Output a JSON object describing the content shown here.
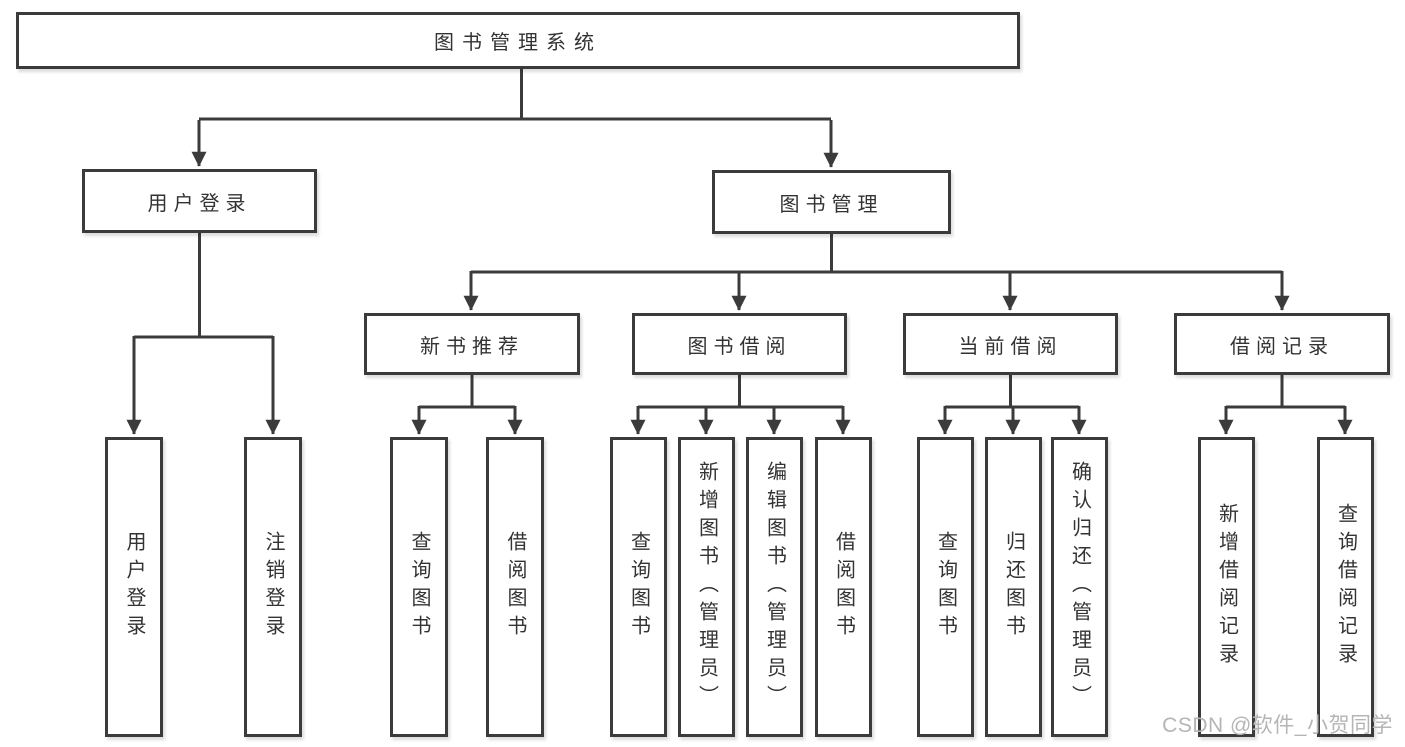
{
  "nodes": {
    "root": "图书管理系统",
    "login": "用户登录",
    "mgmt": "图书管理",
    "login_children": [
      "用户登录",
      "注销登录"
    ],
    "mgmt_children": [
      "新书推荐",
      "图书借阅",
      "当前借阅",
      "借阅记录"
    ],
    "recommend_children": [
      "查询图书",
      "借阅图书"
    ],
    "borrow_children": [
      "查询图书",
      "新增图书（管理员）",
      "编辑图书（管理员）",
      "借阅图书"
    ],
    "current_children": [
      "查询图书",
      "归还图书",
      "确认归还（管理员）"
    ],
    "records_children": [
      "新增借阅记录",
      "查询借阅记录"
    ]
  },
  "watermark": "CSDN @软件_小贺同学",
  "colors": {
    "line": "#3b3b3b",
    "text": "#333333",
    "watermark": "#b5b5b5",
    "background": "#ffffff"
  }
}
